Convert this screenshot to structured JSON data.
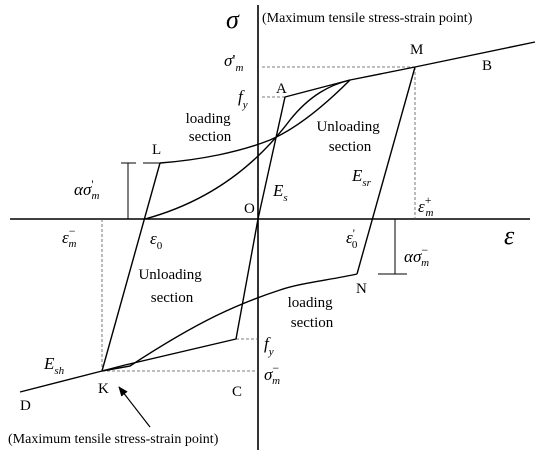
{
  "diagram": {
    "axes": {
      "y_symbol": "σ",
      "x_symbol": "ε",
      "origin": "O"
    },
    "annotations": {
      "top": "(Maximum tensile stress-strain point)",
      "bottom": "(Maximum tensile stress-strain point)"
    },
    "points": {
      "M": "M",
      "B": "B",
      "A": "A",
      "L": "L",
      "N": "N",
      "K": "K",
      "C": "C",
      "D": "D"
    },
    "sections": {
      "loading_upper": [
        "loading",
        "section"
      ],
      "unloading_upper": [
        "Unloading",
        "section"
      ],
      "unloading_lower": [
        "Unloading",
        "section"
      ],
      "loading_lower": [
        "loading",
        "section"
      ]
    },
    "symbols": {
      "sigma_m_prime": {
        "base": "σ",
        "prime": "'",
        "sub": "m"
      },
      "fy_upper": {
        "base": "f",
        "sub": "y"
      },
      "fy_lower": {
        "base": "f",
        "sub": "y"
      },
      "alpha_sigma_m_prime": {
        "a": "α",
        "base": "σ",
        "prime": "'",
        "sub": "m"
      },
      "alpha_sigma_m_minus": {
        "a": "α",
        "base": "σ",
        "sup": "−",
        "sub": "m"
      },
      "eps_m_minus": {
        "base": "ε",
        "sup": "−",
        "sub": "m"
      },
      "eps_m_plus": {
        "base": "ε",
        "sup": "+",
        "sub": "m"
      },
      "eps_0_left": {
        "base": "ε",
        "sub": "0"
      },
      "eps_0_right": {
        "base": "ε",
        "prime": "'",
        "sub": "0"
      },
      "E_s": {
        "base": "E",
        "sub": "s"
      },
      "E_sr": {
        "base": "E",
        "sub": "sr"
      },
      "E_sh": {
        "base": "E",
        "sub": "sh"
      },
      "sigma_m_minus": {
        "base": "σ",
        "sup": "−",
        "sub": "m"
      }
    }
  }
}
